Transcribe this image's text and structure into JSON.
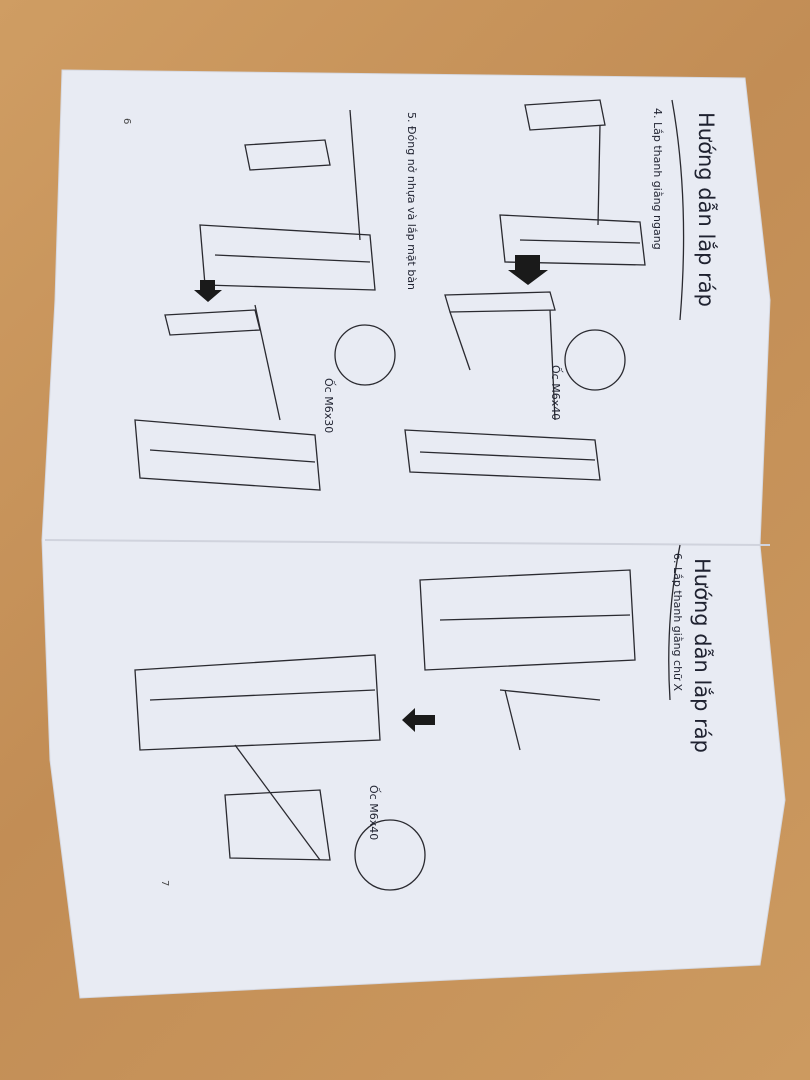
{
  "pages": [
    {
      "page_number": "6",
      "title": "Hướng dẫn lắp ráp",
      "steps": [
        {
          "label": "4. Lắp thanh giằng ngang",
          "screw": "Ốc M6x40"
        },
        {
          "label": "5. Đóng nở nhựa và lắp mặt bàn",
          "screw": "Ốc M6x30"
        }
      ]
    },
    {
      "page_number": "7",
      "title": "Hướng dẫn lắp ráp",
      "steps": [
        {
          "label": "6. Lắp thanh giằng chữ X",
          "screw": "Ốc M6x40"
        }
      ]
    }
  ],
  "colors": {
    "cardboard": "#c8955c",
    "paper": "#e8ebf3",
    "ink": "#1f2230"
  }
}
